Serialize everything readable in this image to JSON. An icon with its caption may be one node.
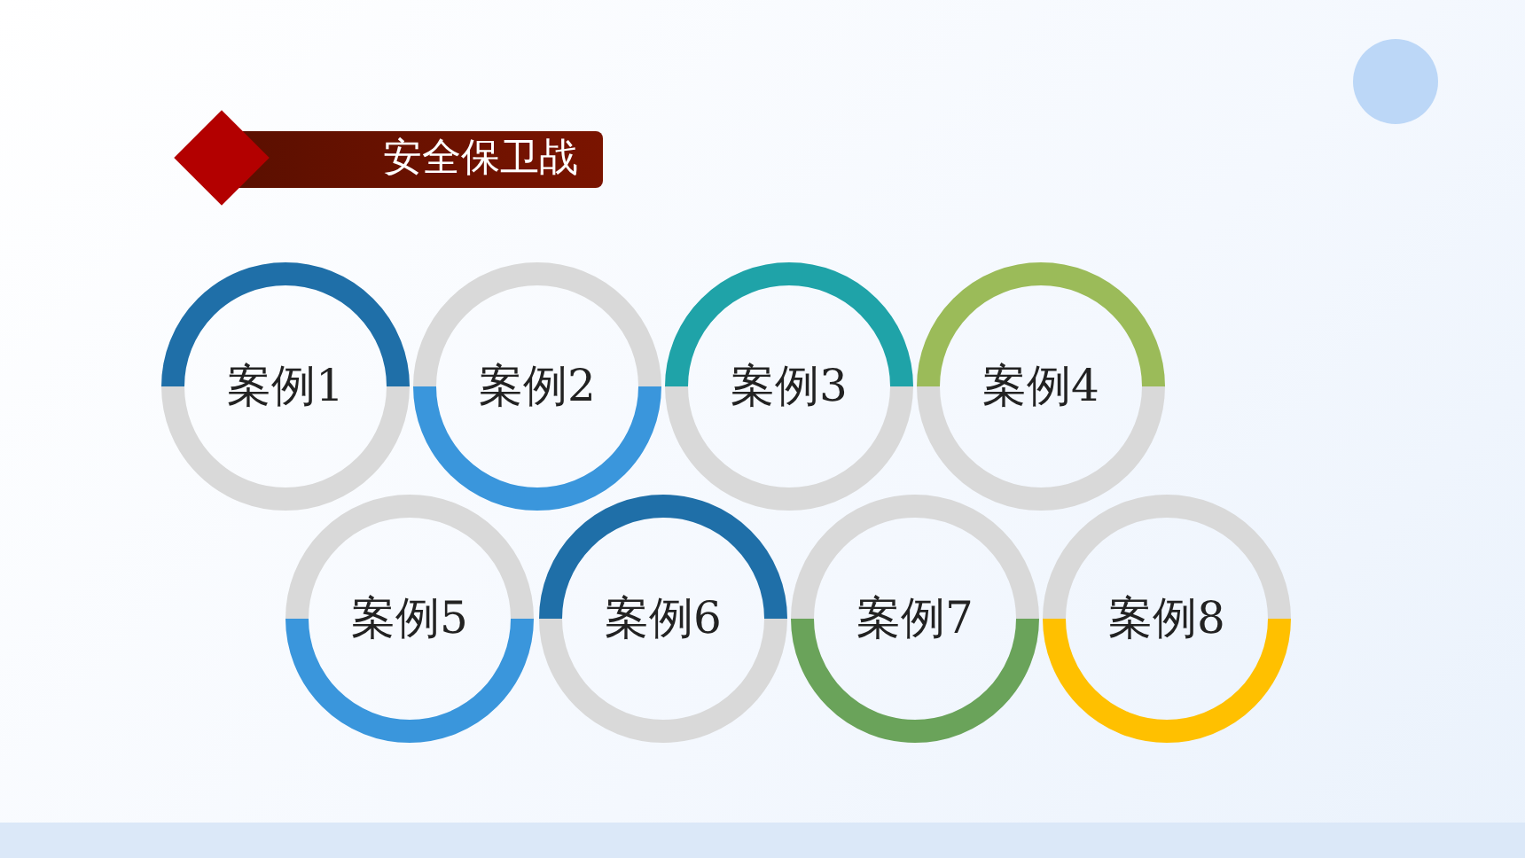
{
  "diagram": {
    "title": "安全保卫战",
    "nodes": [
      {
        "text": [
          "案例1"
        ]
      },
      {
        "text": [
          "案例2"
        ]
      },
      {
        "text": [
          "案例3"
        ]
      },
      {
        "text": [
          "案例4"
        ]
      },
      {
        "text": [
          "案例5"
        ]
      },
      {
        "text": [
          "案例6"
        ]
      },
      {
        "text": [
          "案例7"
        ]
      },
      {
        "text": [
          "案例8"
        ]
      }
    ]
  }
}
